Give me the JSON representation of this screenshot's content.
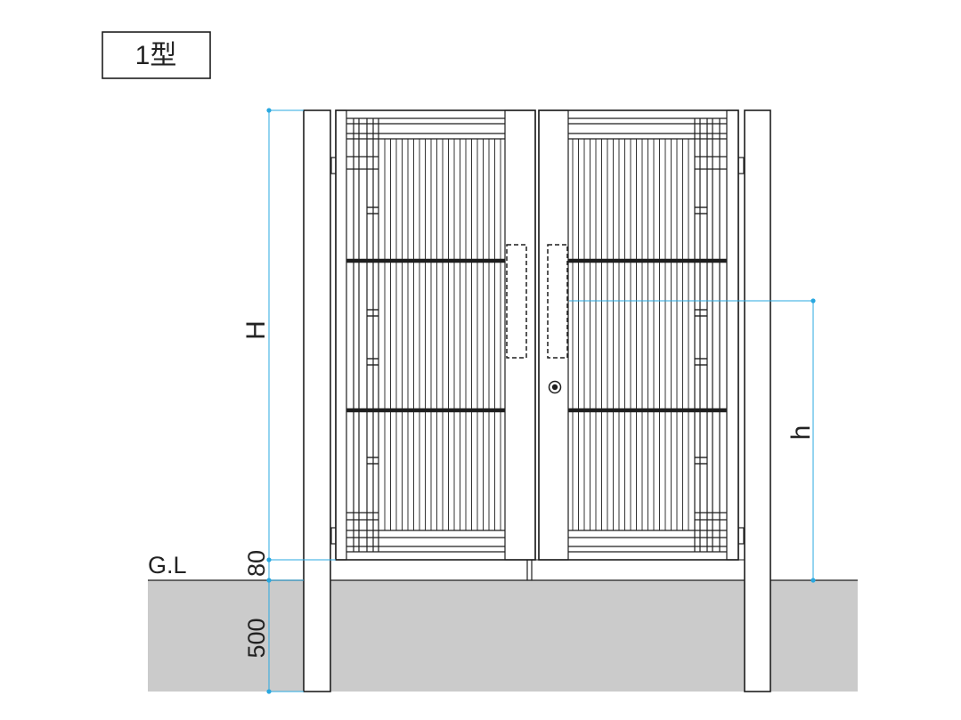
{
  "title": "1型",
  "labels": {
    "height_total": "H",
    "height_handle": "h",
    "ground_level": "G.L",
    "clearance": "80",
    "embed_depth": "500"
  },
  "colors": {
    "line": "#1e1e1e",
    "dimension": "#29a8e0",
    "ground": "#cbcbcb"
  }
}
